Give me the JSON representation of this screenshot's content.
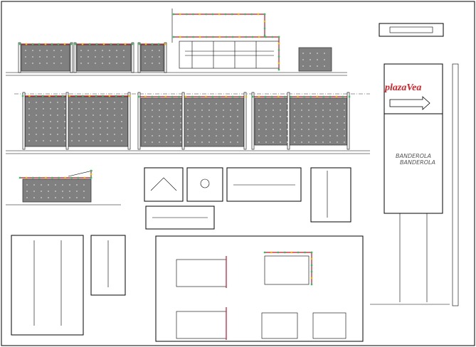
{
  "sign": {
    "brand": "plazaVea",
    "band_line1": "BANDEROLA",
    "band_line2": "BANDEROLA"
  },
  "colors": {
    "truss_red": "#c8102e",
    "node_green": "#22c55e",
    "node_yellow": "#e6c200",
    "panel_gray": "#808080",
    "brand_red": "#d81f26"
  }
}
